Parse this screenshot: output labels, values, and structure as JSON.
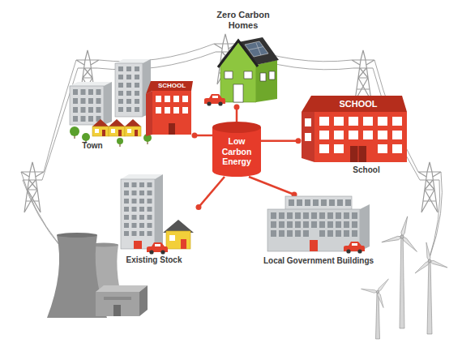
{
  "diagram": {
    "nodes": [
      {
        "text": [
          "Zero Carbon Homes"
        ]
      },
      {
        "text": [
          "SCHOOL",
          "Town"
        ]
      },
      {
        "text": [
          "Low Carbon Energy"
        ]
      },
      {
        "text": [
          "SCHOOL",
          "School"
        ]
      },
      {
        "text": [
          "Existing Stock"
        ]
      },
      {
        "text": [
          "Local Government Buildings"
        ]
      }
    ],
    "edges": [
      {
        "from": 2,
        "to": 0,
        "arrow": "none"
      },
      {
        "from": 2,
        "to": 1,
        "arrow": "none"
      },
      {
        "from": 2,
        "to": 3,
        "arrow": "none"
      },
      {
        "from": 2,
        "to": 4,
        "arrow": "none"
      },
      {
        "from": 2,
        "to": 5,
        "arrow": "none"
      }
    ]
  }
}
